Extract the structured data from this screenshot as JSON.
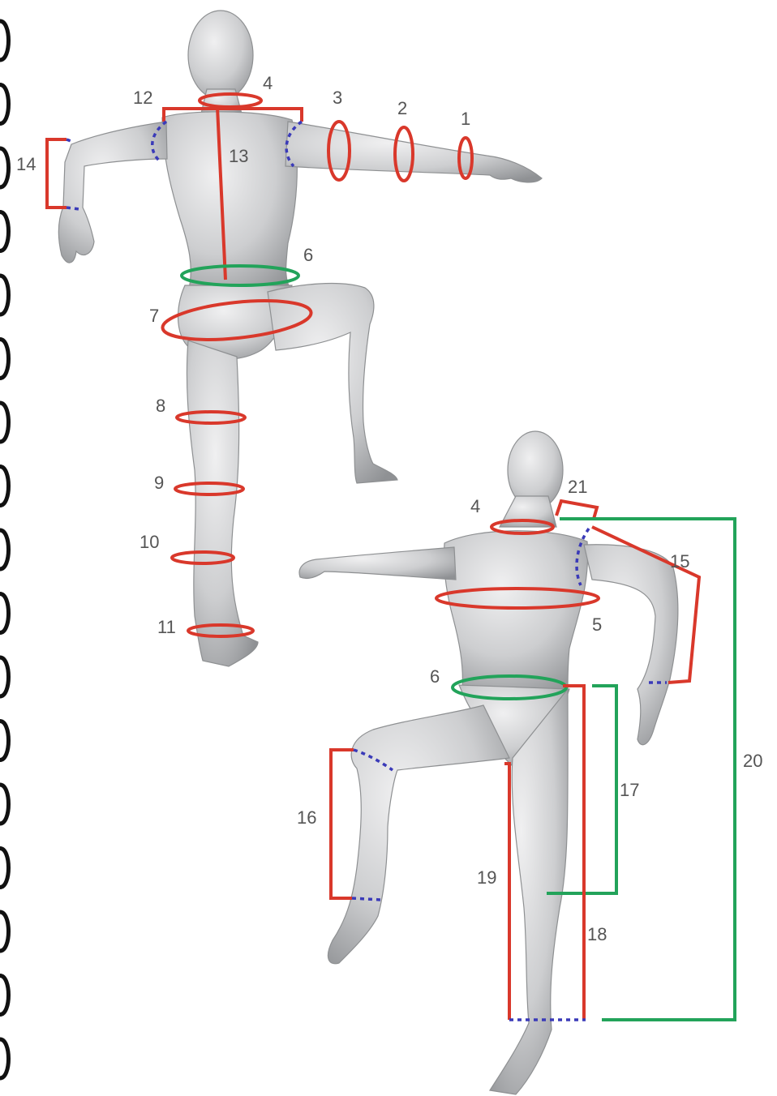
{
  "figure": {
    "back_view_labels": [
      "1",
      "2",
      "3",
      "4",
      "6",
      "7",
      "8",
      "9",
      "10",
      "11",
      "12",
      "13",
      "14"
    ],
    "front_view_labels": [
      "4",
      "5",
      "6",
      "15",
      "16",
      "17",
      "18",
      "19",
      "20",
      "21"
    ]
  },
  "colors": {
    "measure_red": "#d9382b",
    "measure_green": "#22a35a",
    "measure_blue_dashed": "#3a3ab8",
    "figure_skin": "#c8c9cb",
    "label_text": "#555555"
  },
  "binder": {
    "ring_count": 17
  }
}
